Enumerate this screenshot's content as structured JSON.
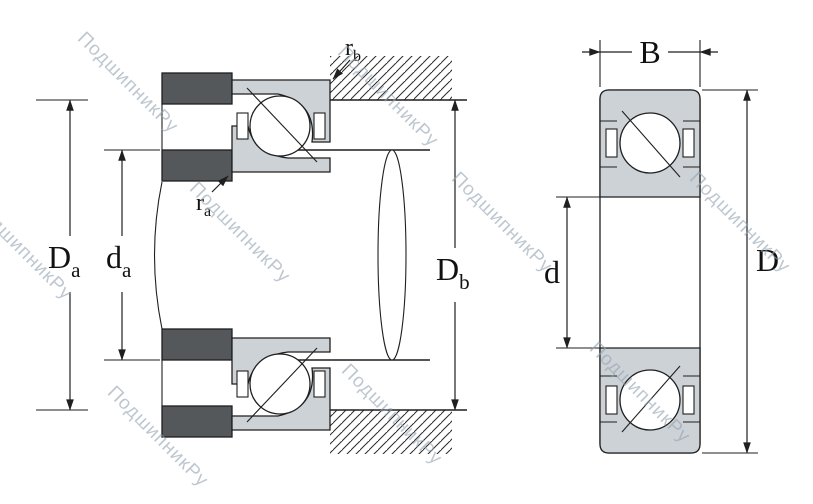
{
  "watermark": {
    "text": "ПодшипникРу"
  },
  "colors": {
    "ring_fill": "#cdd2d6",
    "dark_fill": "#54585b",
    "line": "#1f1f1f",
    "watermark": "#93a3b1"
  },
  "labels": {
    "Da": {
      "main": "D",
      "sub": "a"
    },
    "da": {
      "main": "d",
      "sub": "a"
    },
    "Db": {
      "main": "D",
      "sub": "b"
    },
    "ra": {
      "main": "r",
      "sub": "a"
    },
    "rb": {
      "main": "r",
      "sub": "b"
    },
    "B": {
      "main": "B"
    },
    "d": {
      "main": "d"
    },
    "D": {
      "main": "D"
    }
  }
}
